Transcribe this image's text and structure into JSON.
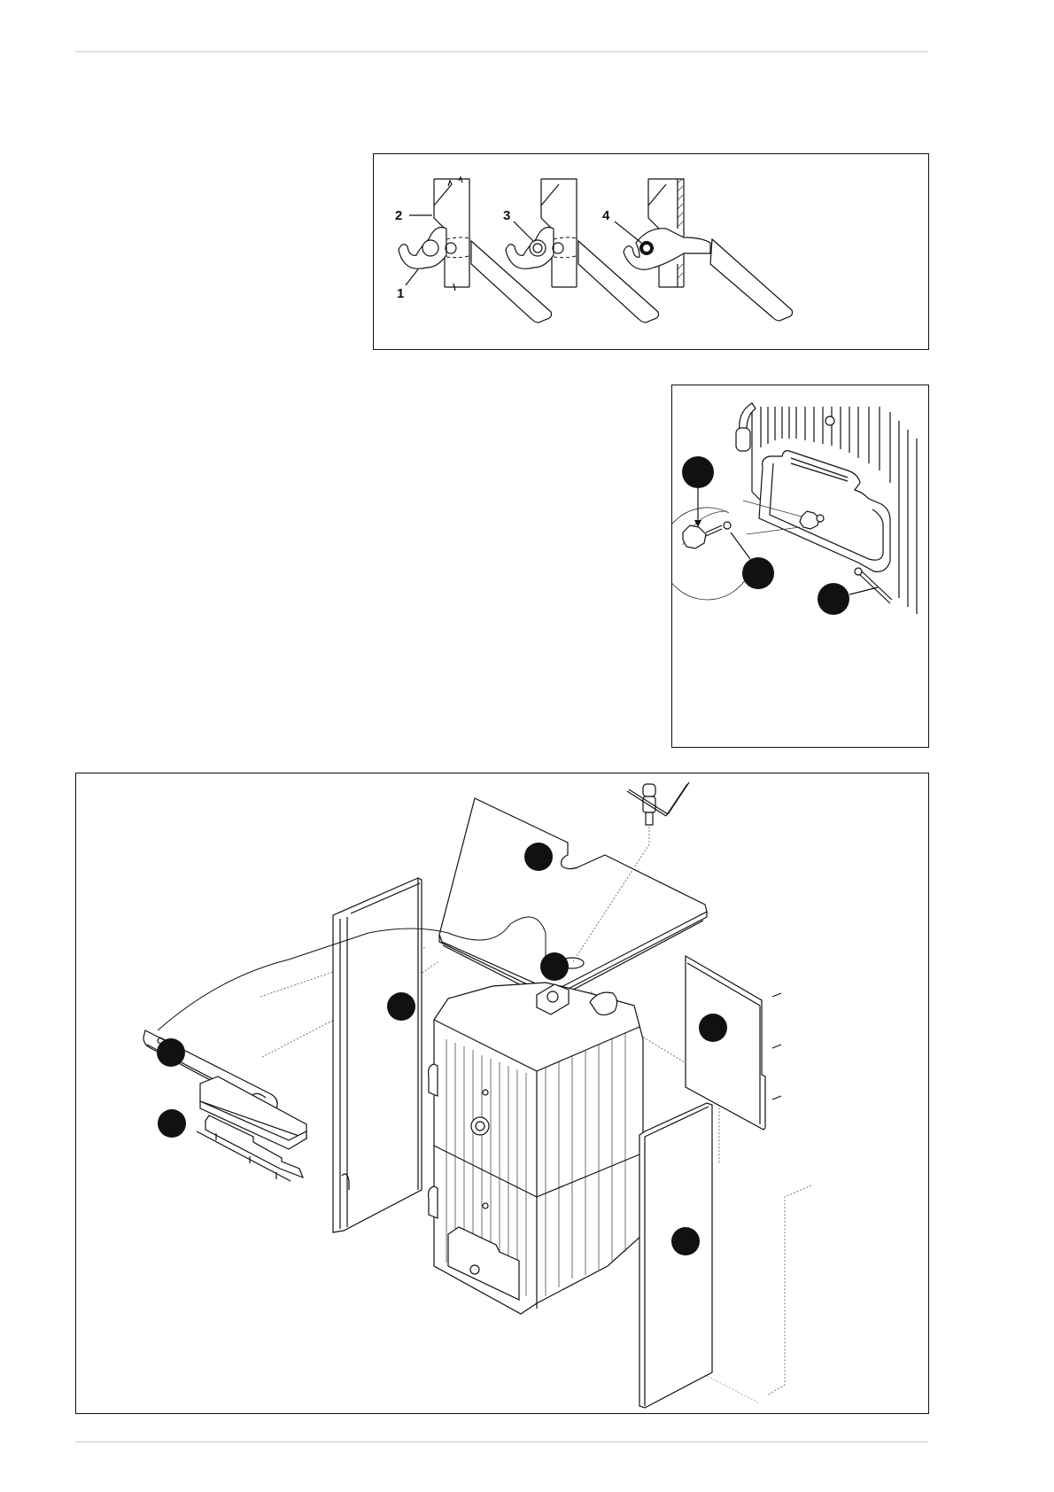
{
  "page": {
    "header_rule": true,
    "footer_rule": true
  },
  "figures": [
    {
      "id": "hinge-positions",
      "description": "Door hinge hook positions (three stages)",
      "callouts": [
        {
          "label": "1",
          "target": "hook"
        },
        {
          "label": "2",
          "target": "hinge-bracket"
        },
        {
          "label": "3",
          "target": "hinge-pin"
        },
        {
          "label": "4",
          "target": "engaged-pin"
        }
      ]
    },
    {
      "id": "cleaning-door-detail",
      "description": "Lower cleaning door with star knob, washer and rod",
      "callouts": [
        {
          "label": "",
          "target": "star-knob"
        },
        {
          "label": "",
          "target": "washer"
        },
        {
          "label": "",
          "target": "rod"
        }
      ]
    },
    {
      "id": "casing-exploded-view",
      "description": "Exploded view of boiler body and casing panels",
      "callouts": [
        {
          "label": "",
          "target": "top-cover"
        },
        {
          "label": "",
          "target": "sensor-probe"
        },
        {
          "label": "",
          "target": "control-panel"
        },
        {
          "label": "",
          "target": "insulation-bracket"
        },
        {
          "label": "",
          "target": "left-side-panel"
        },
        {
          "label": "",
          "target": "rear-panel"
        },
        {
          "label": "",
          "target": "right-side-panel"
        }
      ]
    }
  ],
  "colors": {
    "rule": "#c8c8c8",
    "line": "#111111",
    "marker": "#111111"
  }
}
